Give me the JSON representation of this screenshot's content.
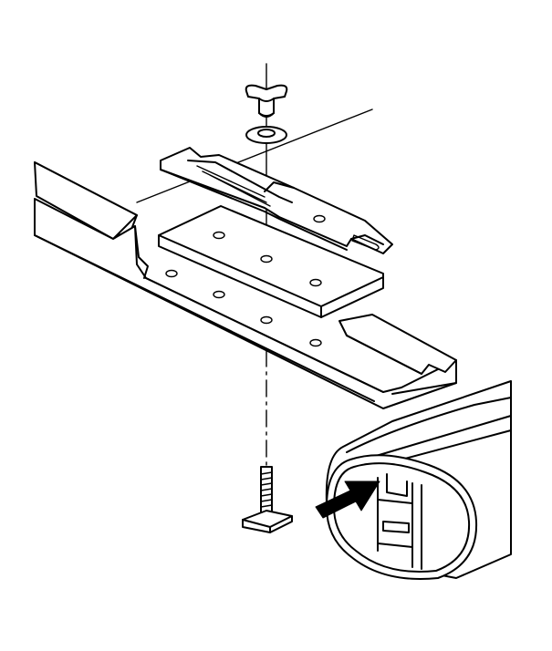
{
  "figure": {
    "colors": {
      "line": "#000000",
      "background": "#ffffff"
    },
    "parts": [
      "knob-nut",
      "washer",
      "mounting-bracket",
      "mounting-plate",
      "side-rail",
      "t-bolt",
      "crossbar-extrusion",
      "direction-arrow"
    ]
  }
}
